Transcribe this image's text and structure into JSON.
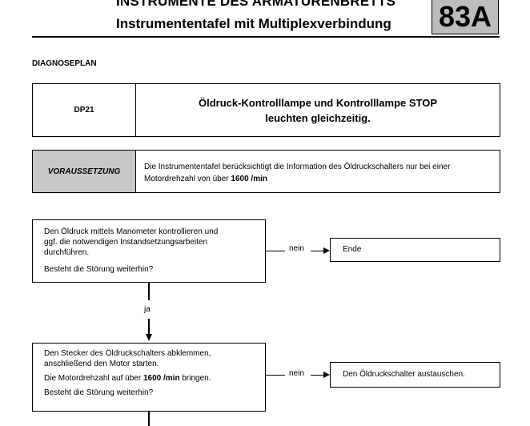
{
  "header": {
    "title": "INSTRUMENTE DES ARMATURENBRETTS",
    "subtitle": "Instrumententafel mit Multiplexverbindung",
    "code": "83A"
  },
  "section_label": "DIAGNOSEPLAN",
  "diagnosis": {
    "code": "DP21",
    "title_line1": "Öldruck-Kontrolllampe und Kontrolllampe STOP",
    "title_line2": "leuchten gleichzeitig."
  },
  "precondition": {
    "label": "VORAUSSETZUNG",
    "text_line1": "Die Instrumententafel berücksichtigt die Information des Öldruckschalters nur bei einer",
    "text_line2_pre": "Motordrehzahl von über ",
    "text_line2_bold": "1600 /min"
  },
  "steps": [
    {
      "line1": "Den Öldruck mittels Manometer kontrollieren und",
      "line2": "ggf. die notwendigen Instandsetzungsarbeiten",
      "line3": "durchführen.",
      "question": "Besteht die Störung weiterhin?",
      "no_label": "nein",
      "no_result": "Ende"
    },
    {
      "line1": "Den Stecker des Öldruckschalters abklemmen,",
      "line2": "anschließend den Motor starten.",
      "line3_pre": "Die Motordrehzahl auf über ",
      "line3_bold": "1600 /min",
      "line3_post": " bringen.",
      "question": "Besteht die Störung weiterhin?",
      "no_label": "nein",
      "no_result": "Den Öldruckschalter austauschen."
    }
  ],
  "yes_label": "ja"
}
